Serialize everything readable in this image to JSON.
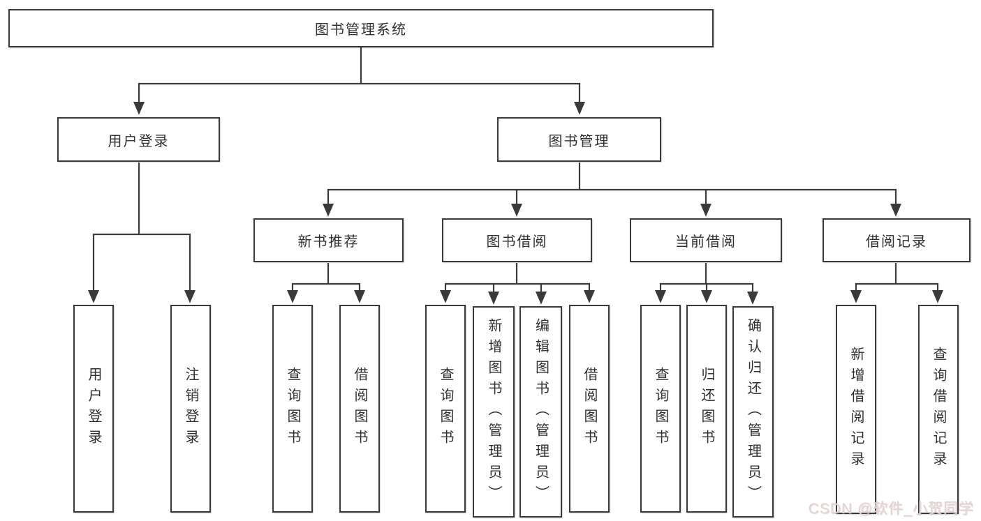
{
  "diagram_title": "图书管理系统",
  "tree": {
    "root": "图书管理系统",
    "user_login": {
      "label": "用户登录",
      "children": [
        "用户登录",
        "注销登录"
      ]
    },
    "book_management": {
      "label": "图书管理",
      "modules": {
        "new_book": {
          "label": "新书推荐",
          "children": [
            "查询图书",
            "借阅图书"
          ]
        },
        "borrow": {
          "label": "图书借阅",
          "children": [
            "查询图书",
            "新增图书（管理员）",
            "编辑图书（管理员）",
            "借阅图书"
          ]
        },
        "current": {
          "label": "当前借阅",
          "children": [
            "查询图书",
            "归还图书",
            "确认归还（管理员）"
          ]
        },
        "records": {
          "label": "借阅记录",
          "children": [
            "新增借阅记录",
            "查询借阅记录"
          ]
        }
      }
    }
  },
  "watermark": "CSDN @软件_小贺同学",
  "colors": {
    "line": "#3a3a3a",
    "text": "#303030",
    "background": "#ffffff",
    "watermark": "#ddcfcf"
  }
}
